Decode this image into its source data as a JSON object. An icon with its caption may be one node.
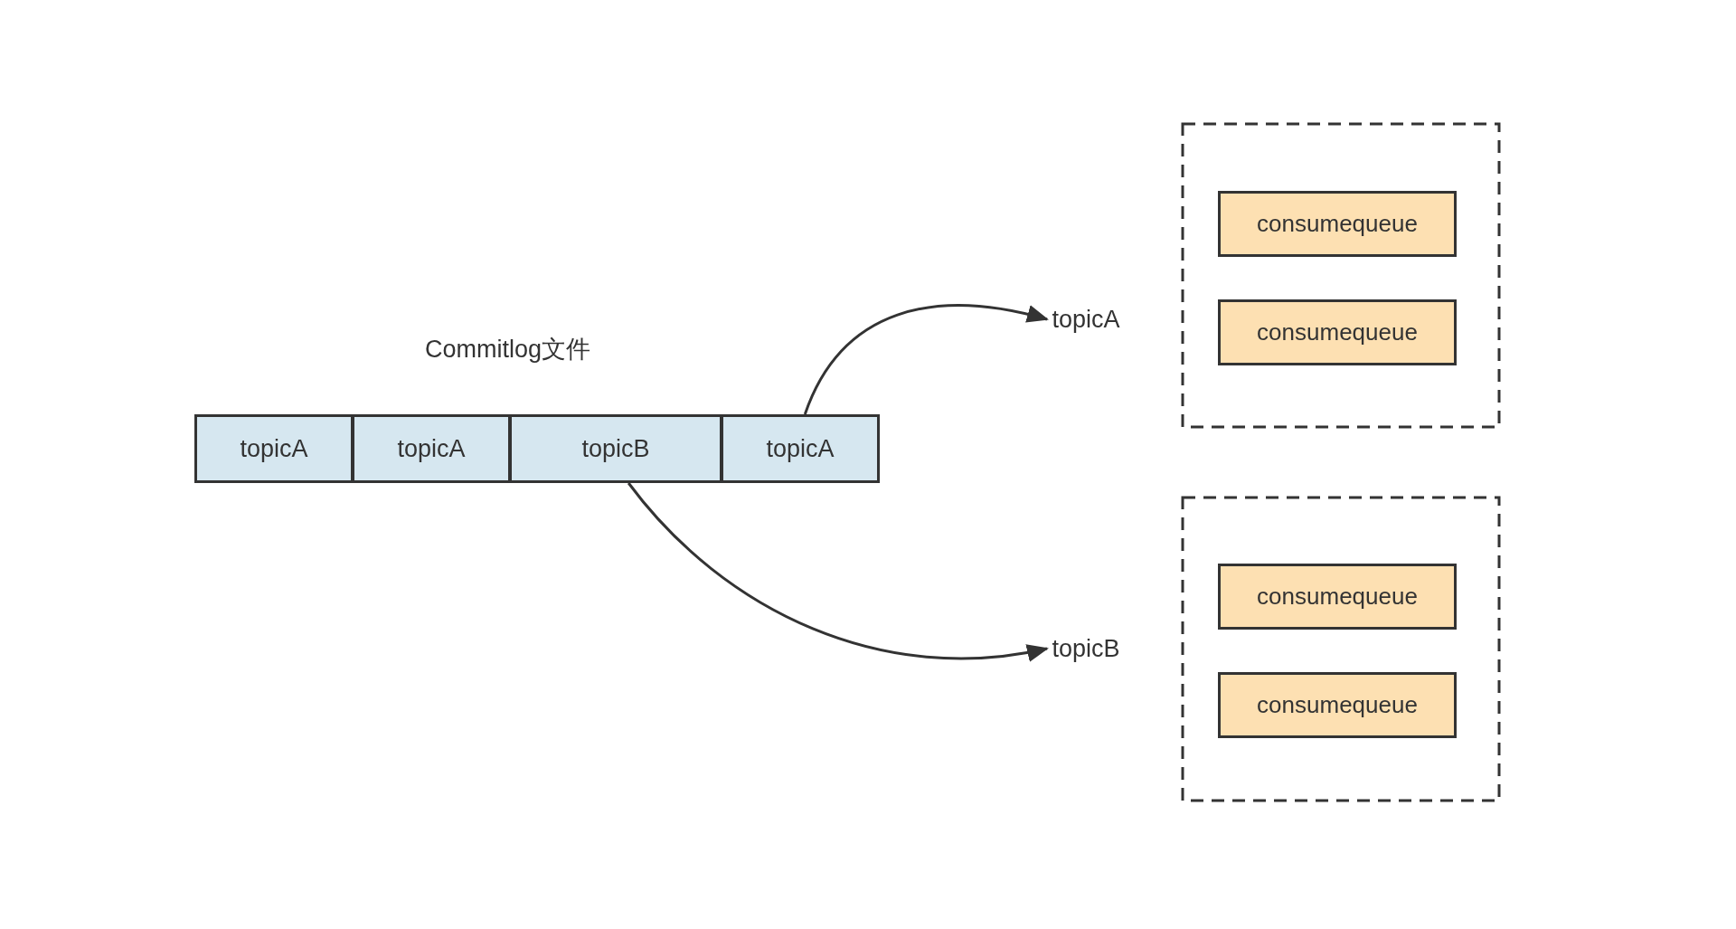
{
  "diagram": {
    "nodes": [
      {
        "text": [
          "topicA"
        ]
      },
      {
        "text": [
          "topicA"
        ]
      },
      {
        "text": [
          "topicB"
        ]
      },
      {
        "text": [
          "topicA"
        ]
      },
      {
        "text": [
          "topicA"
        ]
      },
      {
        "text": [],
        "shape": "box"
      },
      {
        "text": [
          "consumequeue"
        ],
        "in": 5
      },
      {
        "text": [
          "consumequeue"
        ],
        "in": 5
      },
      {
        "text": [
          "topicB"
        ]
      },
      {
        "text": [],
        "shape": "box"
      },
      {
        "text": [
          "consumequeue"
        ],
        "in": 9
      },
      {
        "text": [
          "consumequeue"
        ],
        "in": 9
      }
    ],
    "edges": [
      {
        "from": 3,
        "to": 4,
        "arrow": "to"
      },
      {
        "from": 2,
        "to": 8,
        "arrow": "to"
      }
    ],
    "labels": [
      "Commitlog文件"
    ]
  }
}
